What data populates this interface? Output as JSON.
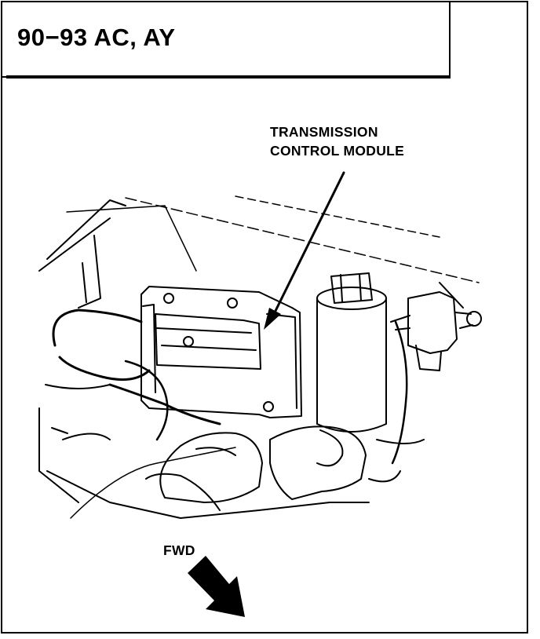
{
  "header": {
    "title": "90−93 AC, AY"
  },
  "callouts": {
    "tcm_line1": "TRANSMISSION",
    "tcm_line2": "CONTROL MODULE",
    "fwd": "FWD"
  },
  "colors": {
    "line": "#000000",
    "background": "#ffffff"
  }
}
